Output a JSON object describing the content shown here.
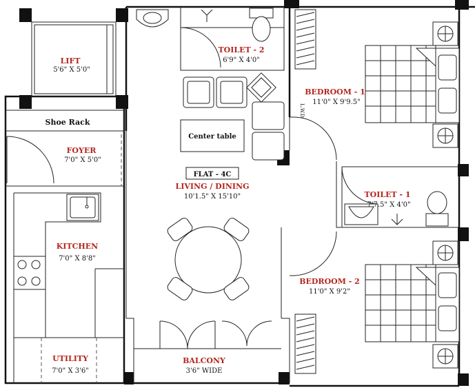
{
  "rooms": {
    "lift": {
      "name": "LIFT",
      "dim": "5'6\" X 5'0\""
    },
    "toilet2": {
      "name": "TOILET - 2",
      "dim": "6'9\" X 4'0\""
    },
    "bedroom1": {
      "name": "BEDROOM - 1",
      "dim": "11'0\" X 9'9.5\""
    },
    "foyer": {
      "name": "FOYER",
      "dim": "7'0\" X 5'0\""
    },
    "living": {
      "name": "LIVING / DINING",
      "dim": "10'1.5\" X 15'10\""
    },
    "toilet1": {
      "name": "TOILET - 1",
      "dim": "7'7.5\" X 4'0\""
    },
    "kitchen": {
      "name": "KITCHEN",
      "dim": "7'0\" X 8'8\""
    },
    "bedroom2": {
      "name": "BEDROOM - 2",
      "dim": "11'0\" X 9'2\""
    },
    "utility": {
      "name": "UTILITY",
      "dim": "7'0\" X 3'6\""
    },
    "balcony": {
      "name": "BALCONY",
      "dim": "3'6\" WIDE"
    }
  },
  "labels": {
    "shoe_rack": "Shoe Rack",
    "center_table": "Center table",
    "flat": "FLAT - 4C",
    "wardrobe": "L.W.D"
  }
}
